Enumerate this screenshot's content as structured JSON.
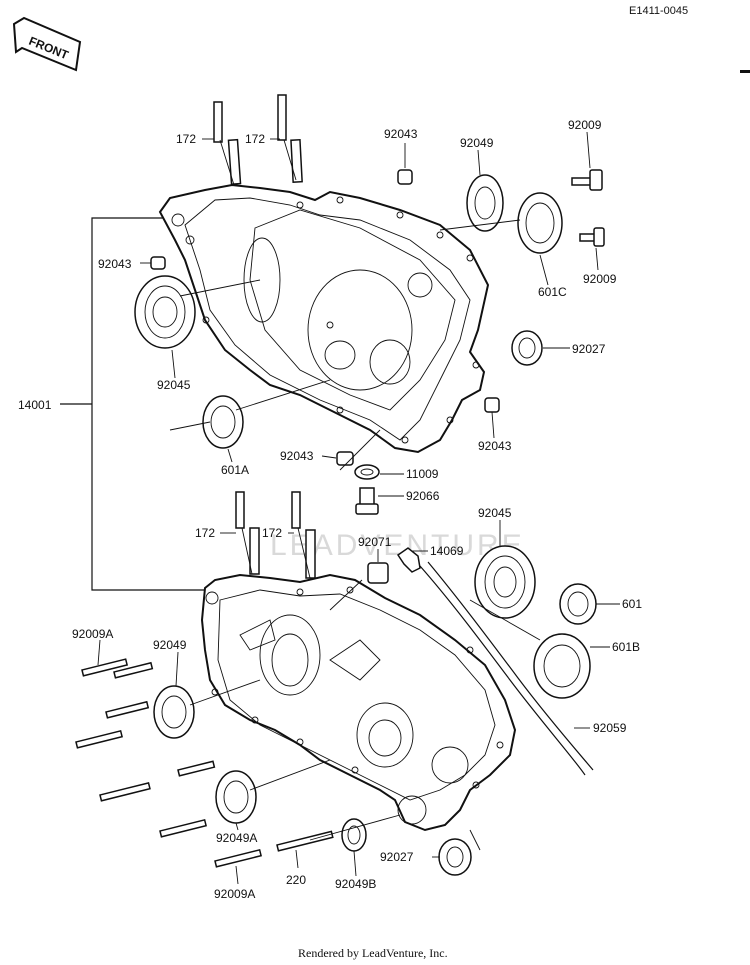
{
  "diagram": {
    "code": "E1411-0045",
    "front_label": "FRONT",
    "watermark": "LEADVENTURE",
    "footer": "Rendered by LeadVenture, Inc.",
    "callouts": [
      {
        "id": "stud-172-a",
        "text": "172"
      },
      {
        "id": "stud-172-b",
        "text": "172"
      },
      {
        "id": "dowel-92043-top",
        "text": "92043"
      },
      {
        "id": "oil-seal-92049-top",
        "text": "92049"
      },
      {
        "id": "screw-92009-top",
        "text": "92009"
      },
      {
        "id": "dowel-92043-left",
        "text": "92043"
      },
      {
        "id": "bearing-601C",
        "text": "601C"
      },
      {
        "id": "screw-92009-mid",
        "text": "92009"
      },
      {
        "id": "ring-92027-right",
        "text": "92027"
      },
      {
        "id": "bearing-92045-left",
        "text": "92045"
      },
      {
        "id": "assembly-14001",
        "text": "14001"
      },
      {
        "id": "bearing-601A",
        "text": "601A"
      },
      {
        "id": "dowel-92043-right",
        "text": "92043"
      },
      {
        "id": "dowel-92043-center",
        "text": "92043"
      },
      {
        "id": "gasket-11009",
        "text": "11009"
      },
      {
        "id": "plug-92066",
        "text": "92066"
      },
      {
        "id": "bearing-92045-right",
        "text": "92045"
      },
      {
        "id": "stud-172-c",
        "text": "172"
      },
      {
        "id": "stud-172-d",
        "text": "172"
      },
      {
        "id": "fitting-92071",
        "text": "92071"
      },
      {
        "id": "elbow-14069",
        "text": "14069"
      },
      {
        "id": "bearing-601",
        "text": "601"
      },
      {
        "id": "bolt-92009A-top",
        "text": "92009A"
      },
      {
        "id": "oil-seal-92049-lower",
        "text": "92049"
      },
      {
        "id": "bearing-601B",
        "text": "601B"
      },
      {
        "id": "hose-92059",
        "text": "92059"
      },
      {
        "id": "oil-seal-92049A",
        "text": "92049A"
      },
      {
        "id": "ring-92027-lower",
        "text": "92027"
      },
      {
        "id": "bolt-220",
        "text": "220"
      },
      {
        "id": "oil-seal-92049B",
        "text": "92049B"
      },
      {
        "id": "bolt-92009A-bottom",
        "text": "92009A"
      }
    ]
  }
}
